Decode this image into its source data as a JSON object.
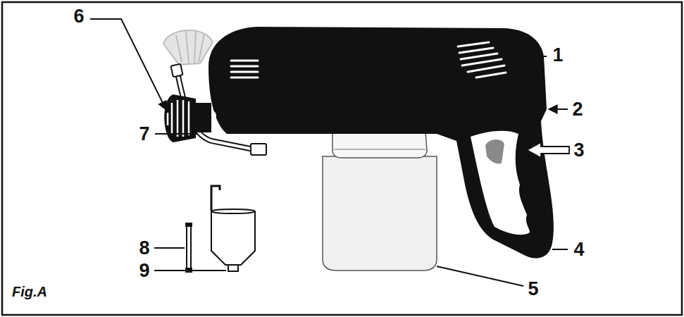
{
  "diagram": {
    "caption": "Fig.A",
    "labels": [
      "6",
      "1",
      "2",
      "7",
      "3",
      "8",
      "4",
      "9",
      "5"
    ]
  }
}
